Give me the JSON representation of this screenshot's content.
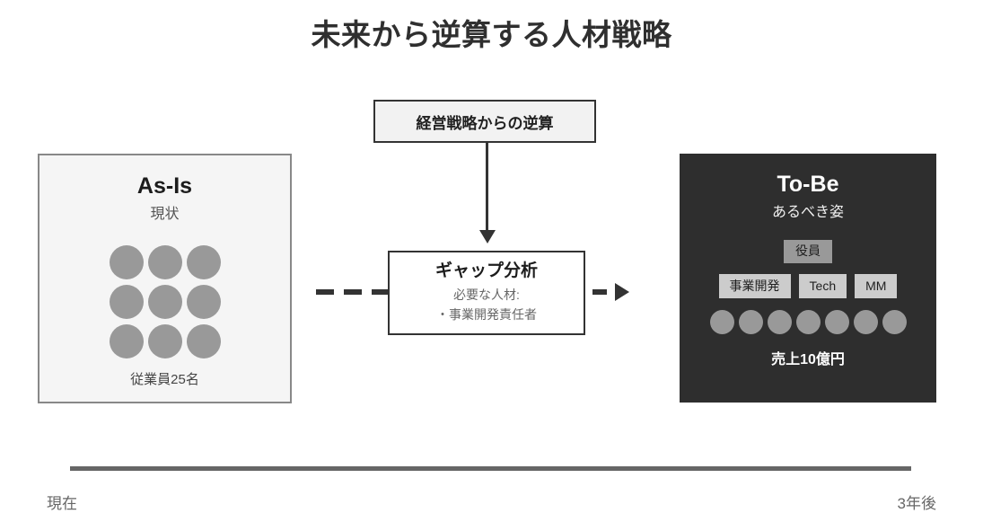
{
  "slide": {
    "title": "未来から逆算する人材戦略"
  },
  "as_is": {
    "heading": "As-Is",
    "subtitle": "現状",
    "caption": "従業員25名",
    "dot_count": 9,
    "dot_color": "#999999",
    "background": "#f5f5f5",
    "border_color": "#888888"
  },
  "strategy": {
    "label": "経営戦略からの逆算"
  },
  "gap": {
    "title": "ギャップ分析",
    "line1": "必要な人材:",
    "line2": "・事業開発責任者"
  },
  "connectors": {
    "left_dashes": 3,
    "right_dashes": 1,
    "arrow_color": "#333333"
  },
  "to_be": {
    "heading": "To-Be",
    "subtitle": "あるべき姿",
    "exec_badge": "役員",
    "roles": [
      "事業開発",
      "Tech",
      "MM"
    ],
    "dot_count": 7,
    "caption": "売上10億円",
    "background": "#2e2e2e",
    "dot_color": "#999999",
    "badge_color": "#999999",
    "tag_color": "#cccccc"
  },
  "timeline": {
    "start_label": "現在",
    "end_label": "3年後",
    "line_color": "#666666"
  }
}
